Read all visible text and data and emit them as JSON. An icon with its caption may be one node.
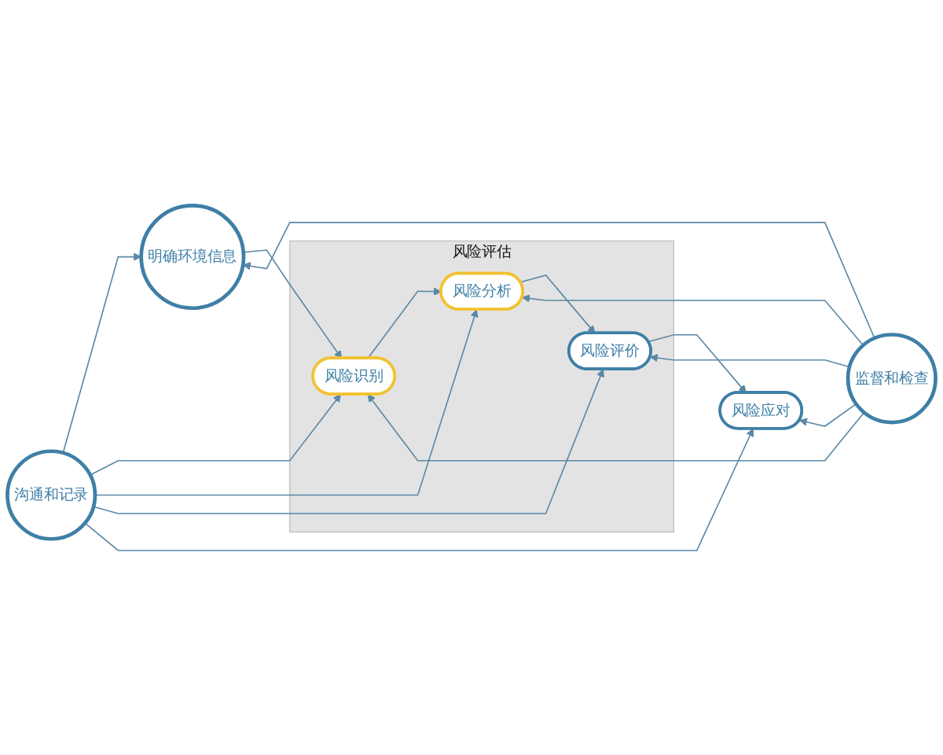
{
  "diagram": {
    "nodes": [
      {
        "text": [
          "明确环境信息"
        ]
      },
      {
        "text": [
          "风险评估"
        ]
      },
      {
        "text": [
          "风险识别"
        ],
        "in": 1
      },
      {
        "text": [
          "风险分析"
        ],
        "in": 1
      },
      {
        "text": [
          "风险评价"
        ],
        "in": 1
      },
      {
        "text": [
          "沟通和记录"
        ]
      },
      {
        "text": [
          "监督和检查"
        ]
      },
      {
        "text": [
          "风险应对"
        ]
      }
    ],
    "edges": [
      {
        "from": 0,
        "to": 2,
        "arrow": "to"
      },
      {
        "from": 2,
        "to": 3,
        "arrow": "to"
      },
      {
        "from": 3,
        "to": 4,
        "arrow": "to"
      },
      {
        "from": 4,
        "to": 7,
        "arrow": "to"
      },
      {
        "from": 5,
        "to": 0,
        "arrow": "to"
      },
      {
        "from": 5,
        "to": 2,
        "arrow": "to"
      },
      {
        "from": 5,
        "to": 3,
        "arrow": "to"
      },
      {
        "from": 5,
        "to": 4,
        "arrow": "to"
      },
      {
        "from": 5,
        "to": 7,
        "arrow": "to"
      },
      {
        "from": 6,
        "to": 0,
        "arrow": "to"
      },
      {
        "from": 6,
        "to": 2,
        "arrow": "to"
      },
      {
        "from": 6,
        "to": 3,
        "arrow": "to"
      },
      {
        "from": 6,
        "to": 4,
        "arrow": "to"
      },
      {
        "from": 6,
        "to": 7,
        "arrow": "to"
      }
    ]
  }
}
